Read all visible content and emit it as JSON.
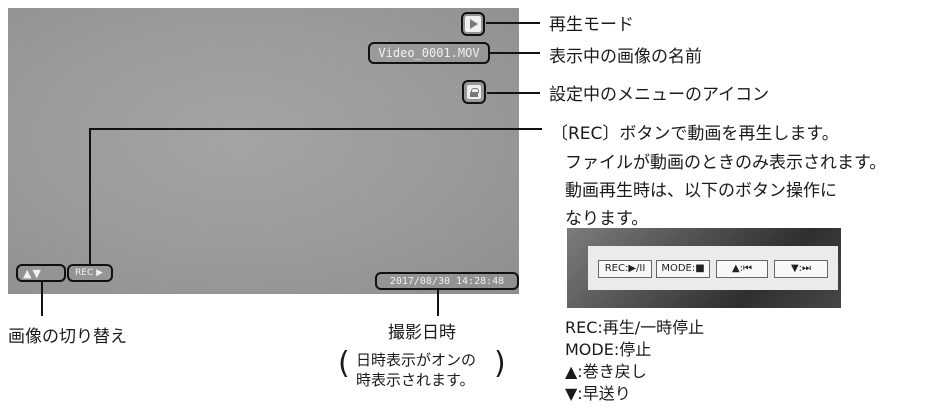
{
  "screen": {
    "filename": "Video_0001.MOV",
    "nav_text": "▲▼",
    "rec_text": "REC ▶",
    "datetime": "2017/08/30 14:28:48"
  },
  "callouts": {
    "mode": "再生モード",
    "filename": "表示中の画像の名前",
    "menu_icon": "設定中のメニューのアイコン",
    "rec_lines": [
      "〔REC〕ボタンで動画を再生します。",
      "ファイルが動画のときのみ表示されます。",
      "動画再生時は、以下のボタン操作に",
      "なります。"
    ],
    "switch": "画像の切り替え",
    "datetime": "撮影日時",
    "datetime_note": [
      "日時表示がオンの",
      "時表示されます。"
    ]
  },
  "panel_buttons": [
    "REC:▶/II",
    "MODE:■",
    "▲:⏮",
    "▼:⏭"
  ],
  "legend": [
    "REC:再生/一時停止",
    "MODE:停止",
    "▲:巻き戻し",
    "▼:早送り"
  ]
}
